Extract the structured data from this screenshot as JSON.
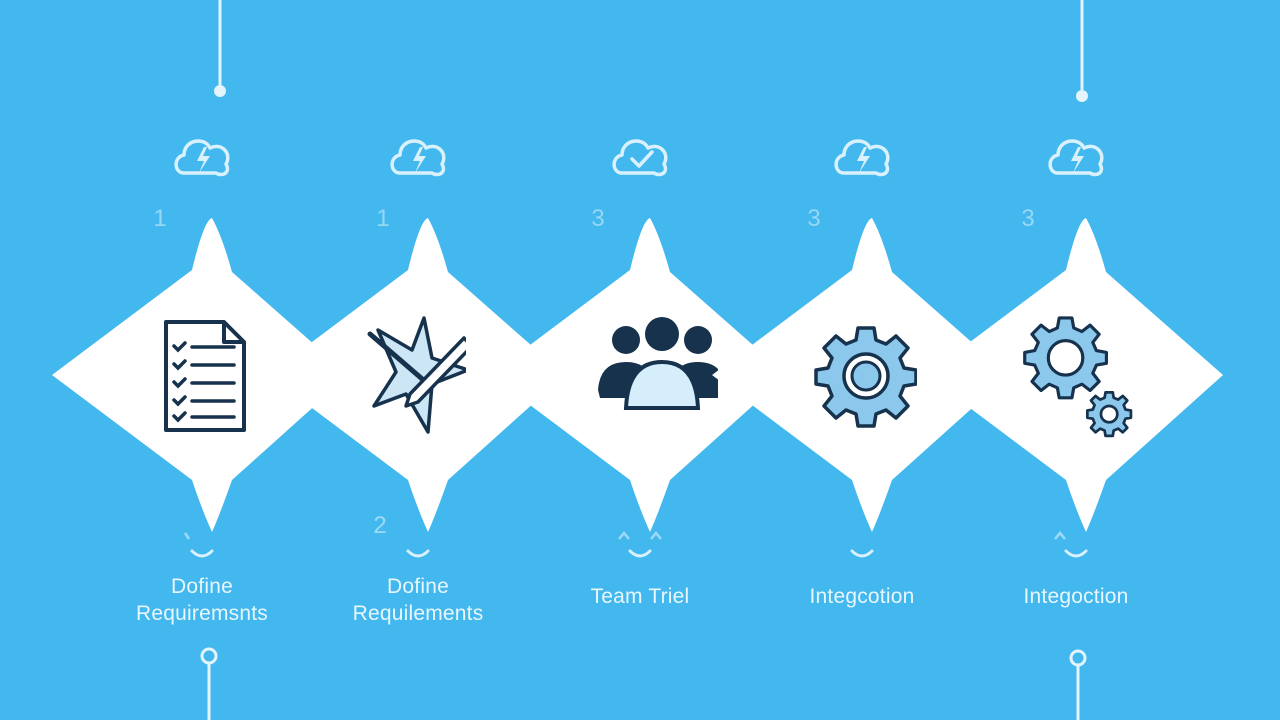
{
  "colors": {
    "background": "#42b8ee",
    "diamond": "#ffffff",
    "icon_dark": "#17324d",
    "icon_light": "#8cc8ec",
    "text_light": "#e8f6fd"
  },
  "steps": [
    {
      "top_icon": "lightning-cloud-icon",
      "number": "1",
      "main_icon": "checklist-document-icon",
      "sub_number": "",
      "label_lines": [
        "Dofine",
        "Requiremsnts"
      ]
    },
    {
      "top_icon": "lightning-cloud-icon",
      "number": "1",
      "main_icon": "star-pencil-icon",
      "sub_number": "2",
      "label_lines": [
        "Dofine",
        "Requilements"
      ]
    },
    {
      "top_icon": "check-cloud-icon",
      "number": "3",
      "main_icon": "team-group-icon",
      "sub_number": "",
      "label_lines": [
        "Team Triel"
      ]
    },
    {
      "top_icon": "lightning-cloud-icon",
      "number": "3",
      "main_icon": "gear-icon",
      "sub_number": "",
      "label_lines": [
        "Integcotion"
      ]
    },
    {
      "top_icon": "lightning-cloud-icon",
      "number": "3",
      "main_icon": "double-gear-icon",
      "sub_number": "",
      "label_lines": [
        "Integoction"
      ]
    }
  ]
}
